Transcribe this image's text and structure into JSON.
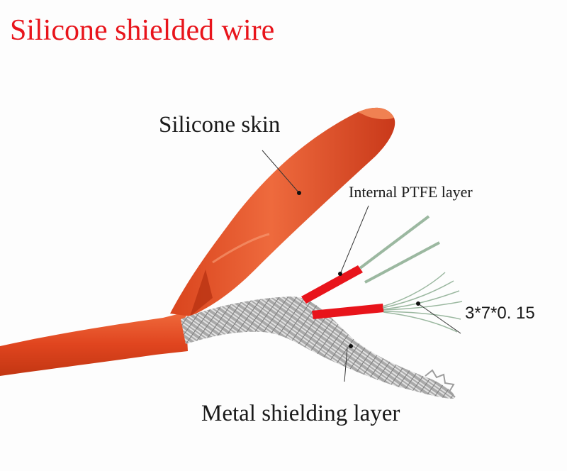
{
  "title": "Silicone shielded wire",
  "labels": {
    "silicone_skin": "Silicone skin",
    "ptfe_layer": "Internal PTFE layer",
    "strand_spec": "3*7*0. 15",
    "metal_shield": "Metal shielding layer"
  },
  "colors": {
    "title": "#e8141b",
    "silicone_jacket": "#e0451f",
    "ptfe_insulation": "#e8141b",
    "shield_braid": "#b8b8b8",
    "conductor_strands": "#9bb8a0",
    "background": "#fdfdfd"
  }
}
